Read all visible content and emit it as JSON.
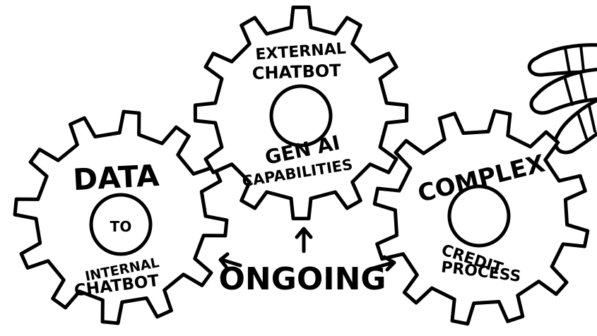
{
  "gears": [
    {
      "id": "data",
      "title": "DATA",
      "hub_label": "TO",
      "bottom_lines": [
        "INTERNAL",
        "CHATBOT"
      ]
    },
    {
      "id": "external",
      "top_lines": [
        "EXTERNAL",
        "CHATBOT"
      ],
      "bottom_lines": [
        "GEN AI",
        "CAPABILITIES"
      ]
    },
    {
      "id": "complex",
      "title": "COMPLEX",
      "bottom_lines": [
        "CREDIT",
        "PROCESS"
      ]
    }
  ],
  "center_label": "ONGOING",
  "colors": {
    "ink": "#000000",
    "paper": "#ffffff"
  }
}
